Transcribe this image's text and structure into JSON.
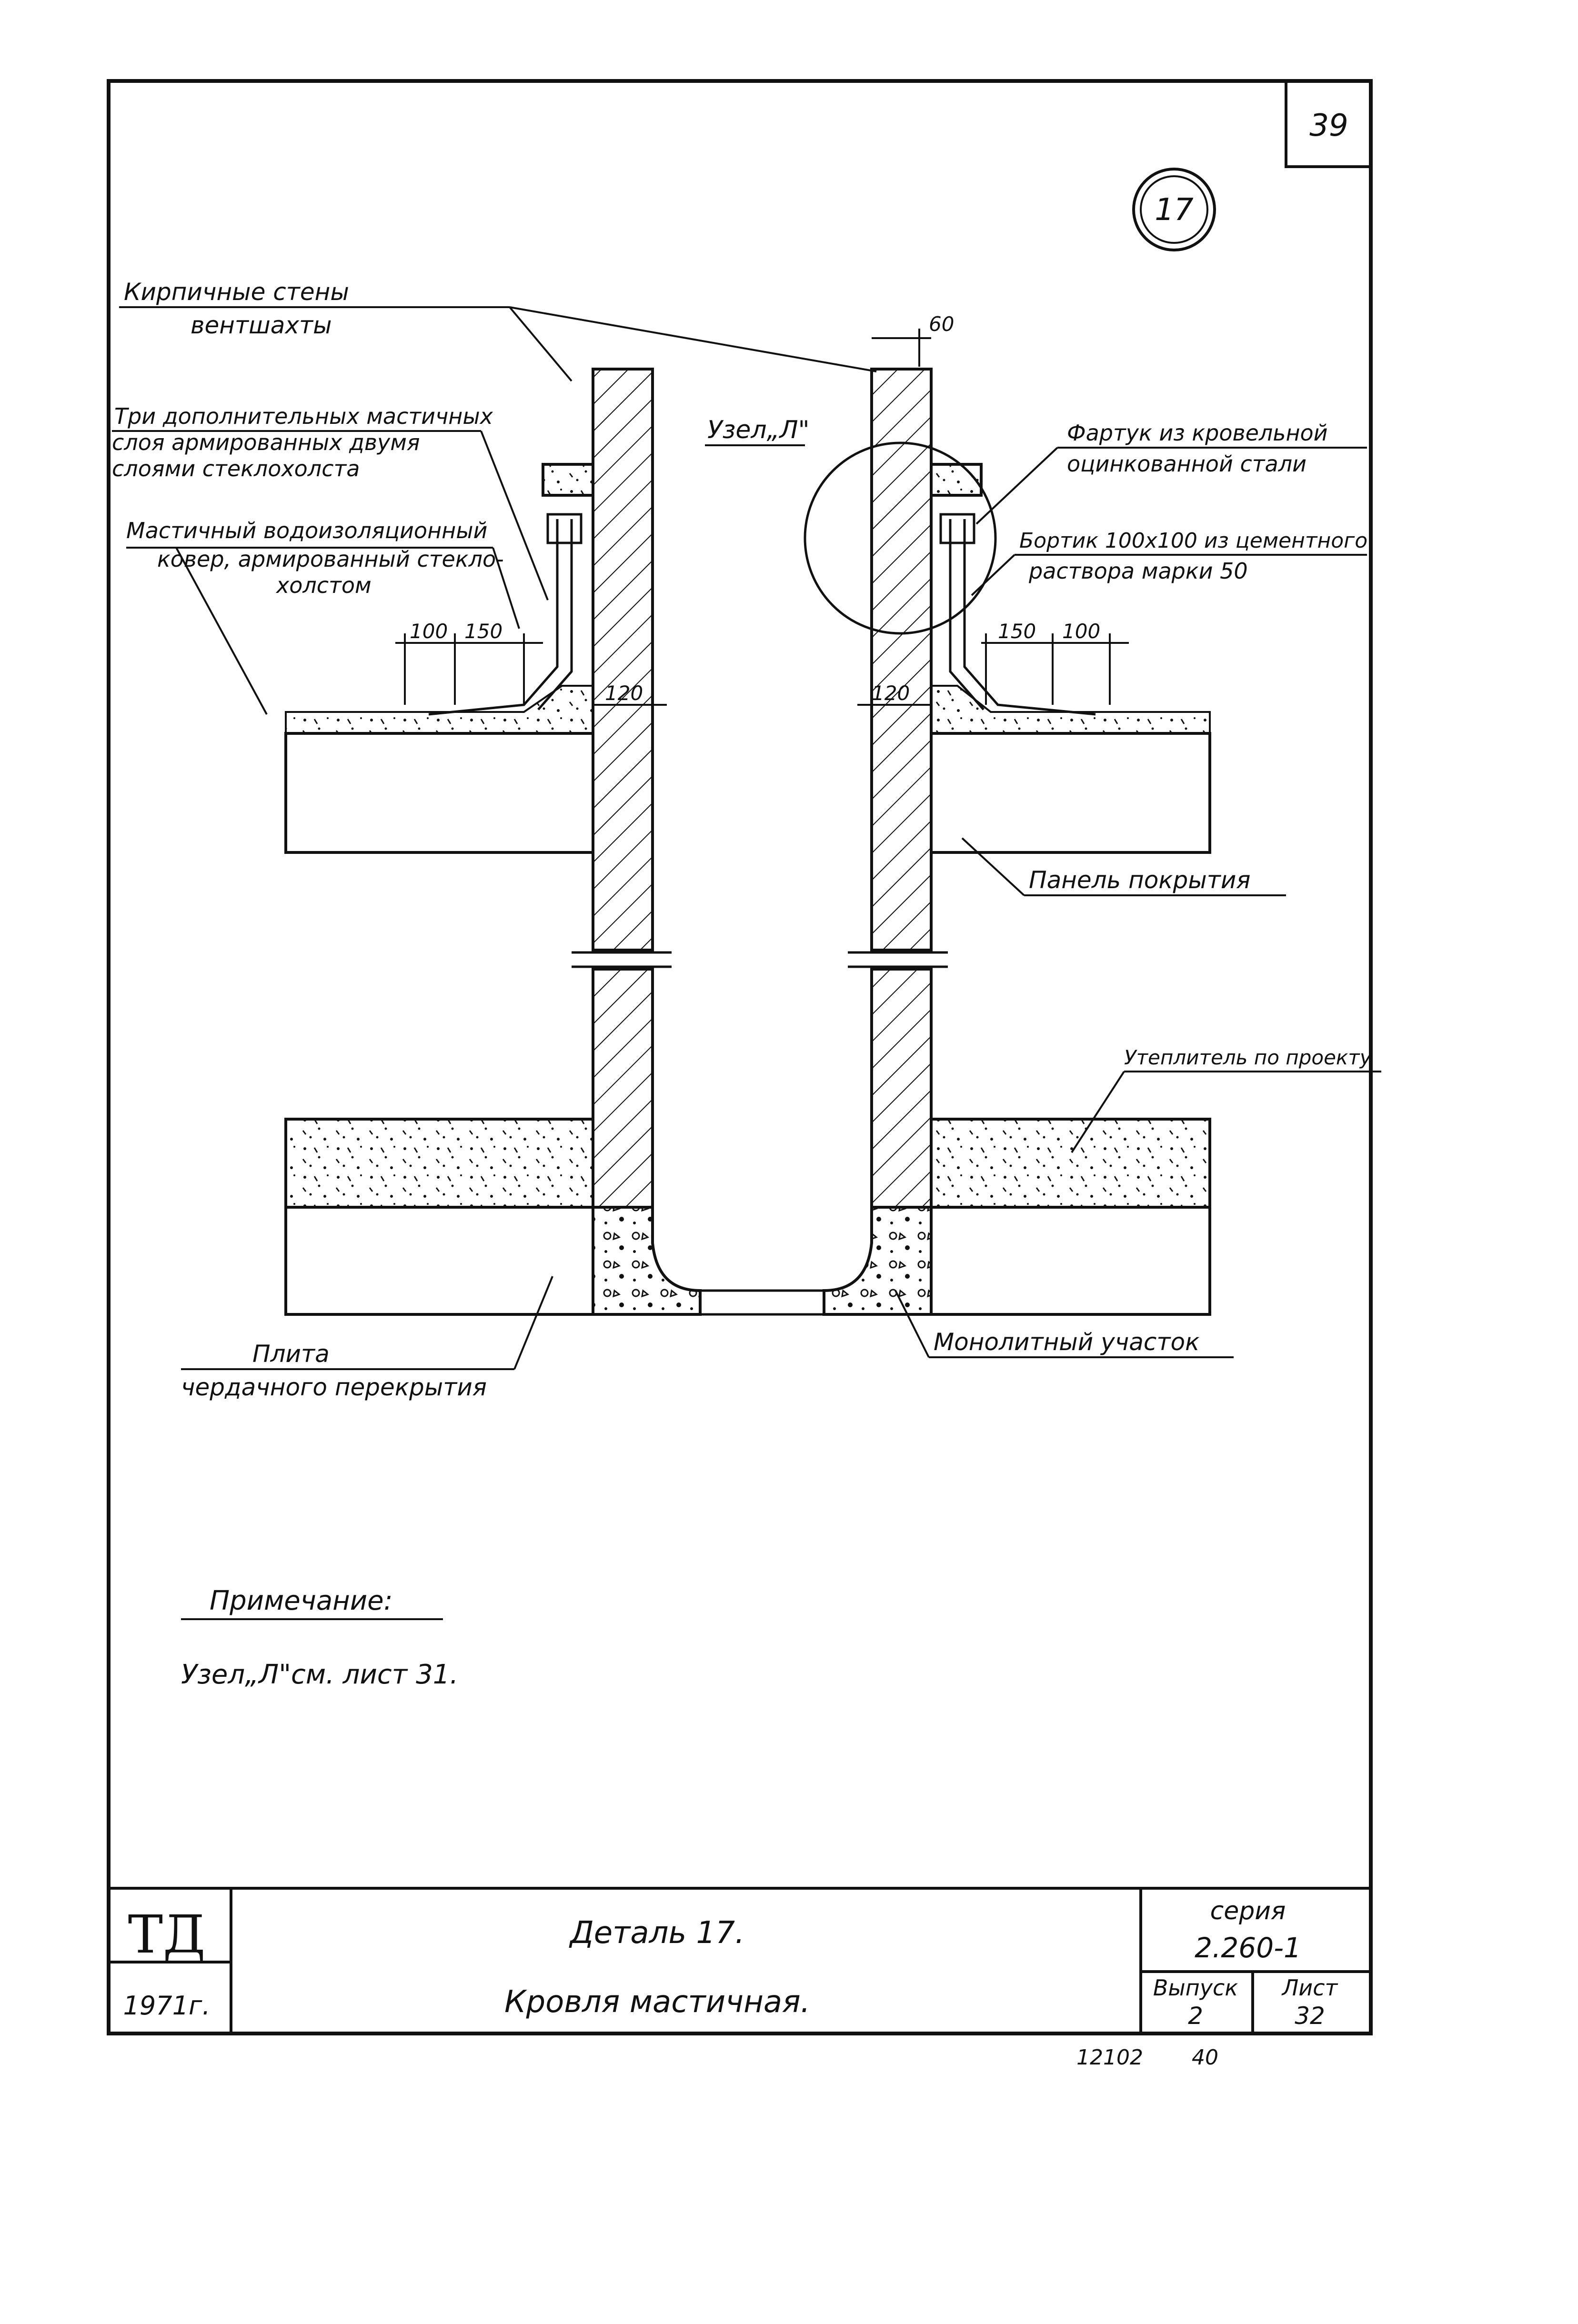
{
  "sheet": {
    "page_number": "39",
    "detail_marker": "17"
  },
  "labels": {
    "brick_walls_1": "Кирпичные стены",
    "brick_walls_2": "вентшахты",
    "three_layers_1": "Три дополнительных мастичных",
    "three_layers_2": "слоя армированных двумя",
    "three_layers_3": "слоями стеклохолста",
    "carpet_1": "Мастичный водоизоляционный",
    "carpet_2": "ковер, армированный стекло-",
    "carpet_3": "холстом",
    "node": "Узел„Л\"",
    "apron_1": "Фартук из кровельной",
    "apron_2": "оцинкованной стали",
    "curb_1": "Бортик 100х100 из цементного",
    "curb_2": "раствора марки 50",
    "panel": "Панель покрытия",
    "insulation": "Утеплитель по проекту",
    "slab_1": "Плита",
    "slab_2": "чердачного перекрытия",
    "monolith": "Монолитный участок"
  },
  "dimensions": {
    "d60": "60",
    "d100_left": "100",
    "d150_left": "150",
    "d150_right": "150",
    "d100_right": "100",
    "d120_left": "120",
    "d120_right": "120"
  },
  "note": {
    "heading": "Примечание:",
    "text": "Узел„Л\"см. лист 31."
  },
  "title_block": {
    "logo": "ТД",
    "year": "1971г.",
    "title_1": "Деталь 17.",
    "title_2": "Кровля мастичная.",
    "series_label": "серия",
    "series_value": "2.260-1",
    "issue_label": "Выпуск",
    "issue_value": "2",
    "sheet_label": "Лист",
    "sheet_value": "32",
    "stamp_1": "12102",
    "stamp_2": "40"
  },
  "colors": {
    "ink": "#111111",
    "paper": "#ffffff"
  }
}
